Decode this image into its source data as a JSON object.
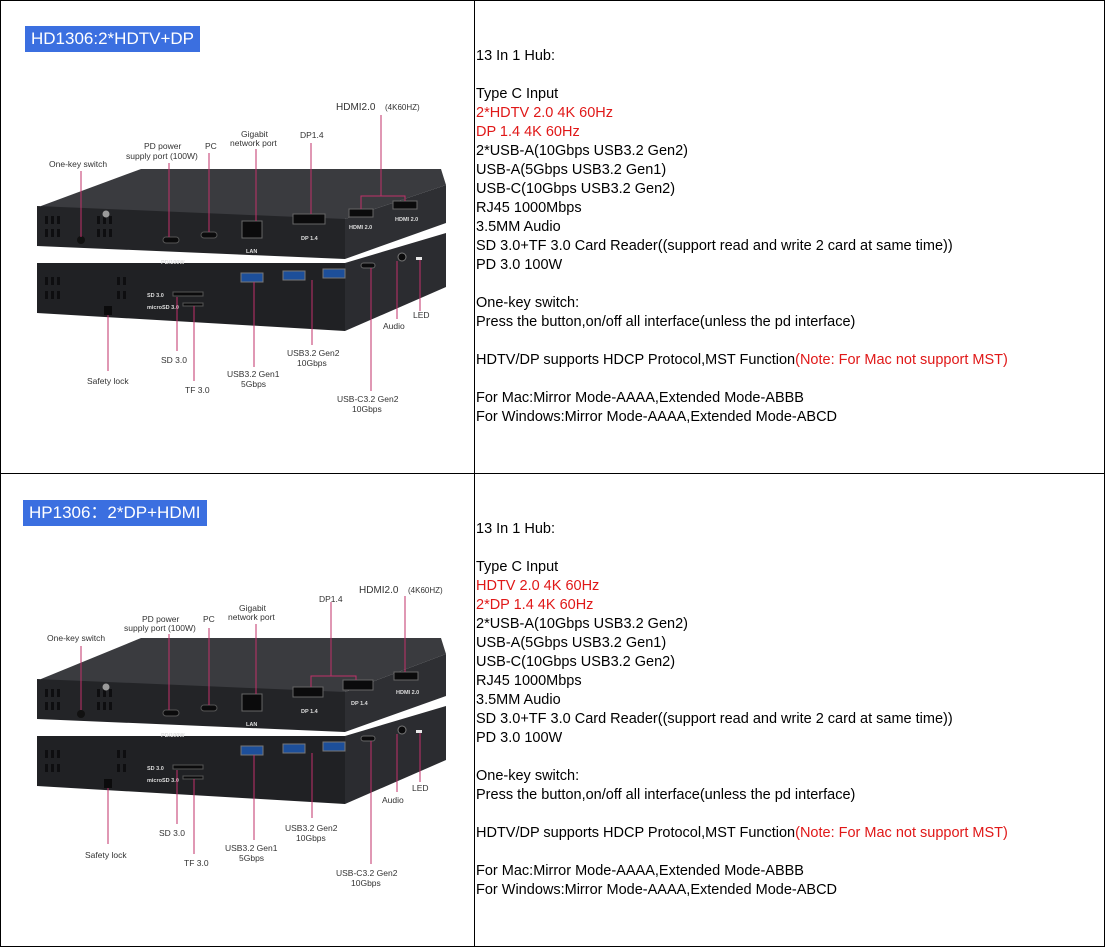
{
  "rows": [
    {
      "model_tag": "HD1306:2*HDTV+DP",
      "diagram": {
        "labels": {
          "one_key_switch": "One-key switch",
          "pd_power_1": "PD power",
          "pd_power_2": "supply port (100W)",
          "pc": "PC",
          "gigabit_1": "Gigabit",
          "gigabit_2": "network port",
          "dp14": "DP1.4",
          "hdmi20": "HDMI2.0",
          "hdmi20_note": "(4K60HZ)",
          "sd30": "SD 3.0",
          "tf30": "TF 3.0",
          "safety_lock": "Safety lock",
          "usb32_gen1_1": "USB3.2 Gen1",
          "usb32_gen1_2": "5Gbps",
          "usb32_gen2_1": "USB3.2 Gen2",
          "usb32_gen2_2": "10Gbps",
          "usbc_gen2_1": "USB-C3.2 Gen2",
          "usbc_gen2_2": "10Gbps",
          "audio": "Audio",
          "led": "LED"
        },
        "port_labels": {
          "pd100w": "PD/100W",
          "lan": "LAN",
          "dp_a": "DP 1.4",
          "dp_b": "HDMI 2.0",
          "hdmi": "HDMI 2.0",
          "sd": "SD 3.0",
          "microsd": "microSD 3.0"
        }
      },
      "text": {
        "title": "13 In 1 Hub:",
        "input": "Type C Input",
        "video_1": "2*HDTV 2.0 4K 60Hz",
        "video_2": "DP 1.4 4K 60Hz",
        "spec_1": "2*USB-A(10Gbps USB3.2 Gen2)",
        "spec_2": "USB-A(5Gbps USB3.2 Gen1)",
        "spec_3": "USB-C(10Gbps USB3.2 Gen2)",
        "spec_4": "RJ45 1000Mbps",
        "spec_5": "3.5MM Audio",
        "spec_6": "SD 3.0+TF 3.0 Card Reader((support read and write 2 card at same time))",
        "spec_7": "PD 3.0 100W",
        "switch_title": "One-key switch:",
        "switch_desc": "Press the button,on/off all interface(unless the pd interface)",
        "hdcp_text": "HDTV/DP supports HDCP Protocol,MST Function",
        "hdcp_note": "(Note: For Mac not support MST)",
        "mac_mode": "For Mac:Mirror Mode-AAAA,Extended Mode-ABBB",
        "win_mode": "For Windows:Mirror Mode-AAAA,Extended Mode-ABCD"
      }
    },
    {
      "model_tag": "HP1306：2*DP+HDMI",
      "diagram": {
        "labels": {
          "one_key_switch": "One-key switch",
          "pd_power_1": "PD power",
          "pd_power_2": "supply port (100W)",
          "pc": "PC",
          "gigabit_1": "Gigabit",
          "gigabit_2": "network port",
          "dp14": "DP1.4",
          "hdmi20": "HDMI2.0",
          "hdmi20_note": "(4K60HZ)",
          "sd30": "SD 3.0",
          "tf30": "TF 3.0",
          "safety_lock": "Safety lock",
          "usb32_gen1_1": "USB3.2 Gen1",
          "usb32_gen1_2": "5Gbps",
          "usb32_gen2_1": "USB3.2 Gen2",
          "usb32_gen2_2": "10Gbps",
          "usbc_gen2_1": "USB-C3.2 Gen2",
          "usbc_gen2_2": "10Gbps",
          "audio": "Audio",
          "led": "LED"
        },
        "port_labels": {
          "pd100w": "PD/100W",
          "lan": "LAN",
          "dp_a": "DP 1.4",
          "dp_b": "DP 1.4",
          "hdmi": "HDMI 2.0",
          "sd": "SD 3.0",
          "microsd": "microSD 3.0"
        }
      },
      "text": {
        "title": "13 In 1 Hub:",
        "input": "Type C Input",
        "video_1": "HDTV 2.0 4K 60Hz",
        "video_2": "2*DP 1.4 4K 60Hz",
        "spec_1": "2*USB-A(10Gbps USB3.2 Gen2)",
        "spec_2": "USB-A(5Gbps USB3.2 Gen1)",
        "spec_3": "USB-C(10Gbps USB3.2 Gen2)",
        "spec_4": "RJ45 1000Mbps",
        "spec_5": "3.5MM Audio",
        "spec_6": "SD 3.0+TF 3.0 Card Reader((support read and write 2 card at same time))",
        "spec_7": "PD 3.0 100W",
        "switch_title": "One-key switch:",
        "switch_desc": "Press the button,on/off all interface(unless the pd interface)",
        "hdcp_text": "HDTV/DP supports HDCP Protocol,MST Function",
        "hdcp_note": "(Note: For Mac not support MST)",
        "mac_mode": "For Mac:Mirror Mode-AAAA,Extended Mode-ABBB",
        "win_mode": "For Windows:Mirror Mode-AAAA,Extended Mode-ABCD"
      }
    }
  ],
  "colors": {
    "tag_bg": "#3b6fe0",
    "note_red": "#e01818",
    "device_body": "#2a2b2e",
    "callout_line": "#c0306a"
  }
}
